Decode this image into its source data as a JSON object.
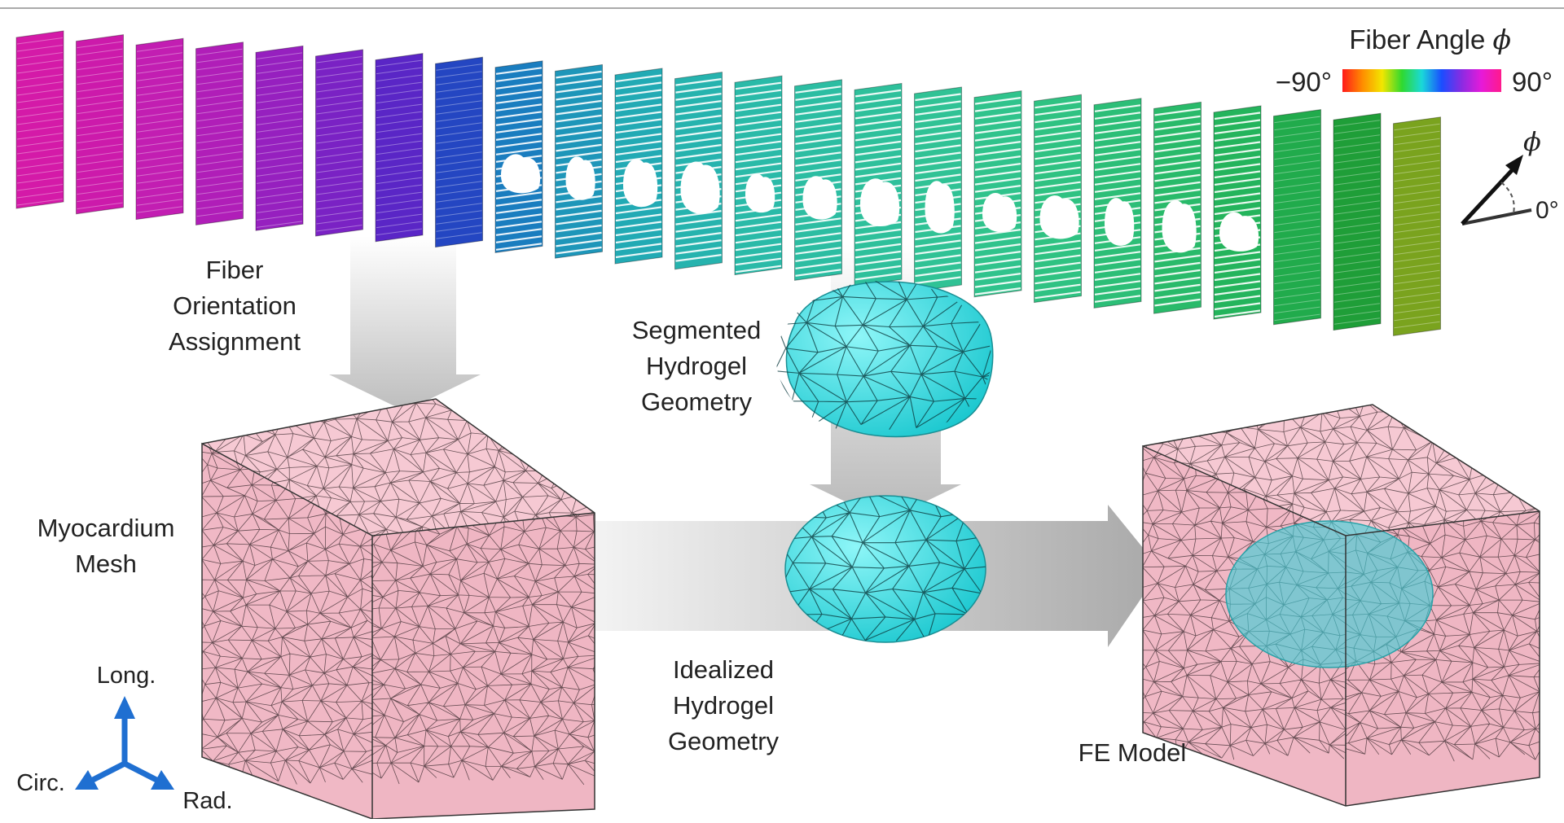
{
  "labels": {
    "fiber_orientation": [
      "Fiber",
      "Orientation",
      "Assignment"
    ],
    "segmented_hydrogel": [
      "Segmented",
      "Hydrogel",
      "Geometry"
    ],
    "myocardium_mesh": [
      "Myocardium",
      "Mesh"
    ],
    "idealized_hydrogel": [
      "Idealized",
      "Hydrogel",
      "Geometry"
    ],
    "fe_model": "FE Model"
  },
  "colorbar": {
    "title": "Fiber Angle ",
    "symbol": "ϕ",
    "min_label": "−90°",
    "max_label": "90°",
    "colors": [
      "#ff1a1a",
      "#ff8c00",
      "#f2e600",
      "#2fd92f",
      "#1ad9d9",
      "#1a4dff",
      "#8a2be2",
      "#e61ad9",
      "#ff1a8c"
    ]
  },
  "angle_key": {
    "symbol": "ϕ",
    "zero_label": "0°"
  },
  "axes": {
    "long": "Long.",
    "circ": "Circ.",
    "rad": "Rad."
  },
  "colors": {
    "mesh_pink": "#f2bcc8",
    "hydrogel_cyan": "#22e0e6",
    "arrow_gray": "#bdbdbd",
    "axis_blue": "#1f6fd1"
  },
  "slices": [
    {
      "color": "#d41aa8",
      "hole": false
    },
    {
      "color": "#cc1aab",
      "hole": false
    },
    {
      "color": "#c21eb2",
      "hole": false
    },
    {
      "color": "#b01eb8",
      "hole": false
    },
    {
      "color": "#9620bf",
      "hole": false
    },
    {
      "color": "#7a22c4",
      "hole": false
    },
    {
      "color": "#5a26c6",
      "hole": false
    },
    {
      "color": "#2446c2",
      "hole": false
    },
    {
      "color": "#1a7dbf",
      "hole": true
    },
    {
      "color": "#1e96b9",
      "hole": true
    },
    {
      "color": "#22aab4",
      "hole": true
    },
    {
      "color": "#26b3ae",
      "hole": true
    },
    {
      "color": "#2abaa8",
      "hole": true
    },
    {
      "color": "#2cbda2",
      "hole": true
    },
    {
      "color": "#2ec09b",
      "hole": true
    },
    {
      "color": "#30c295",
      "hole": true
    },
    {
      "color": "#30c38c",
      "hole": true
    },
    {
      "color": "#2fc282",
      "hole": true
    },
    {
      "color": "#2cbe77",
      "hole": true
    },
    {
      "color": "#29ba6a",
      "hole": true
    },
    {
      "color": "#24b45c",
      "hole": true
    },
    {
      "color": "#21ab4c",
      "hole": false
    },
    {
      "color": "#1f9e38",
      "hole": false
    },
    {
      "color": "#7aa31e",
      "hole": false
    }
  ]
}
